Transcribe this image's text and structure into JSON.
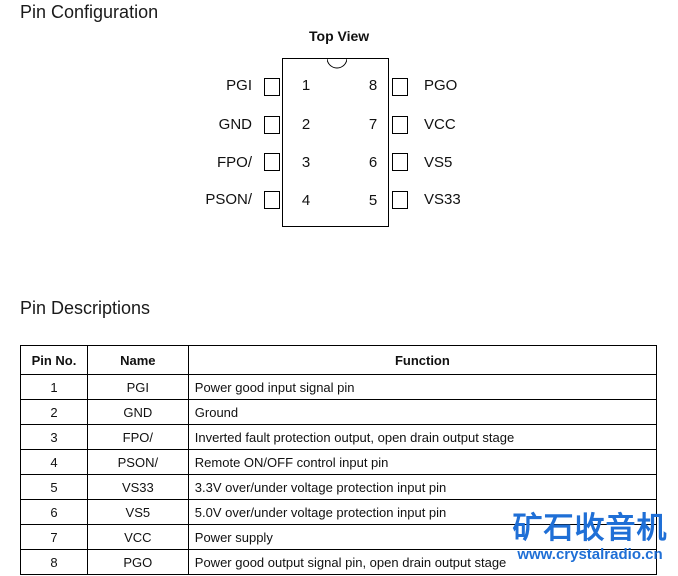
{
  "config": {
    "title": "Pin Configuration",
    "view_label": "Top View",
    "left_pins": [
      {
        "num": "1",
        "name": "PGI"
      },
      {
        "num": "2",
        "name": "GND"
      },
      {
        "num": "3",
        "name": "FPO/"
      },
      {
        "num": "4",
        "name": "PSON/"
      }
    ],
    "right_pins": [
      {
        "num": "8",
        "name": "PGO"
      },
      {
        "num": "7",
        "name": "VCC"
      },
      {
        "num": "6",
        "name": "VS5"
      },
      {
        "num": "5",
        "name": "VS33"
      }
    ]
  },
  "descriptions": {
    "title": "Pin Descriptions",
    "headers": [
      "Pin No.",
      "Name",
      "Function"
    ],
    "rows": [
      {
        "pin": "1",
        "name": "PGI",
        "function": "Power good input signal pin"
      },
      {
        "pin": "2",
        "name": "GND",
        "function": "Ground"
      },
      {
        "pin": "3",
        "name": "FPO/",
        "function": "Inverted fault protection output, open drain output stage"
      },
      {
        "pin": "4",
        "name": "PSON/",
        "function": "Remote ON/OFF control input pin"
      },
      {
        "pin": "5",
        "name": "VS33",
        "function": "3.3V over/under voltage protection input pin"
      },
      {
        "pin": "6",
        "name": "VS5",
        "function": "5.0V over/under voltage protection input pin"
      },
      {
        "pin": "7",
        "name": "VCC",
        "function": "Power supply"
      },
      {
        "pin": "8",
        "name": "PGO",
        "function": "Power good output signal pin, open drain output stage"
      }
    ]
  },
  "watermark": {
    "cn": "矿石收音机",
    "url": "www.crystalradio.cn",
    "color": "#1f6fd6"
  }
}
